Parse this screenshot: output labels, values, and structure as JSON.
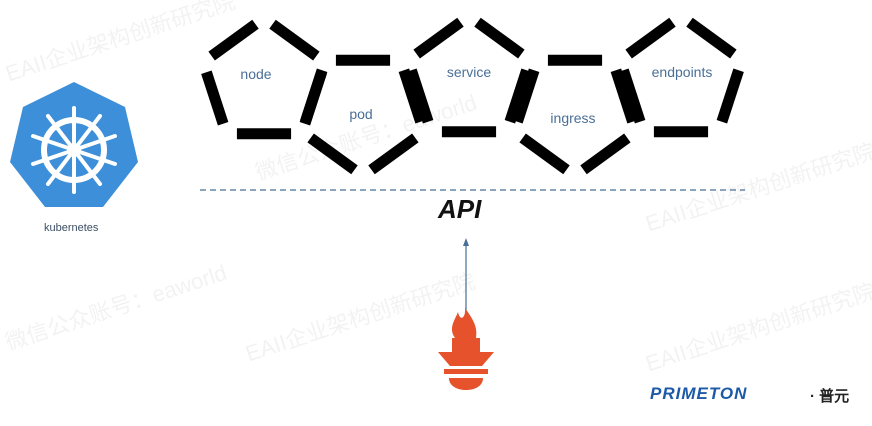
{
  "nodes": [
    {
      "label": "node",
      "orientation": "up"
    },
    {
      "label": "pod",
      "orientation": "down"
    },
    {
      "label": "service",
      "orientation": "up"
    },
    {
      "label": "ingress",
      "orientation": "down"
    },
    {
      "label": "endpoints",
      "orientation": "up"
    }
  ],
  "api_label": "API",
  "kubernetes_label": "kubernetes",
  "brand": {
    "name": "PRIMETON",
    "chinese": "· 普元"
  },
  "watermark": [
    "EAII企业架构创新研究院",
    "微信公众账号：eaworld"
  ],
  "colors": {
    "k8s": "#3c8fd8",
    "prometheus": "#e6522c",
    "dashed": "#4a6f96",
    "arrow": "#4a6f96",
    "label": "#4a6f96"
  }
}
